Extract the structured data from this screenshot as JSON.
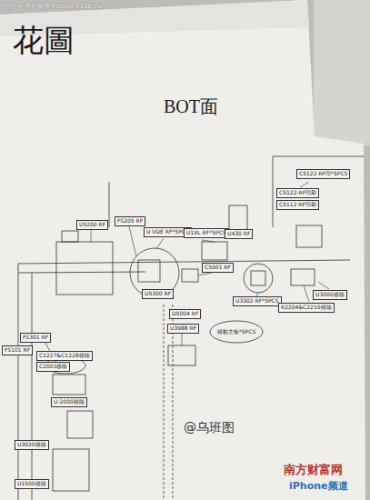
{
  "diagram": {
    "title": "花圖",
    "nodes": [
      {
        "text": [
          "C5122 RF印*5PCS"
        ]
      },
      {
        "text": [
          "C5122-RF印刷"
        ]
      },
      {
        "text": [
          "C5112 RF印刷"
        ]
      },
      {
        "text": [
          "U5200 RF"
        ]
      },
      {
        "text": [
          "FS205 RF"
        ]
      },
      {
        "text": [
          "U VDE RF*5PCS"
        ]
      },
      {
        "text": [
          "U1XL RF*5PCS"
        ]
      },
      {
        "text": [
          "U430 RF"
        ]
      },
      {
        "text": [
          "C5001 RF"
        ]
      },
      {
        "text": [
          "U5300 RF"
        ]
      },
      {
        "text": [
          "U3302 RF*5PCS"
        ]
      },
      {
        "text": [
          "R2204&C2210移除"
        ]
      },
      {
        "text": [
          "U3000移除"
        ]
      },
      {
        "text": [
          "D5004 RF"
        ]
      },
      {
        "text": [
          "U3988 RF"
        ]
      },
      {
        "text": [
          "移動主板*5PCS"
        ]
      },
      {
        "text": [
          "FS301 RF"
        ]
      },
      {
        "text": [
          "FS101 RF"
        ]
      },
      {
        "text": [
          "C1227&C1228移除"
        ]
      },
      {
        "text": [
          "C2001移除"
        ]
      },
      {
        "text": [
          "U-2000移除"
        ]
      },
      {
        "text": [
          "U3020移除"
        ]
      },
      {
        "text": [
          "U1500移除"
        ]
      }
    ],
    "labels": [
      "你的 • 手机频道 mobile.it168.com",
      "BOT面",
      "@乌班图",
      "南方财富网",
      "iPhone频道"
    ]
  }
}
